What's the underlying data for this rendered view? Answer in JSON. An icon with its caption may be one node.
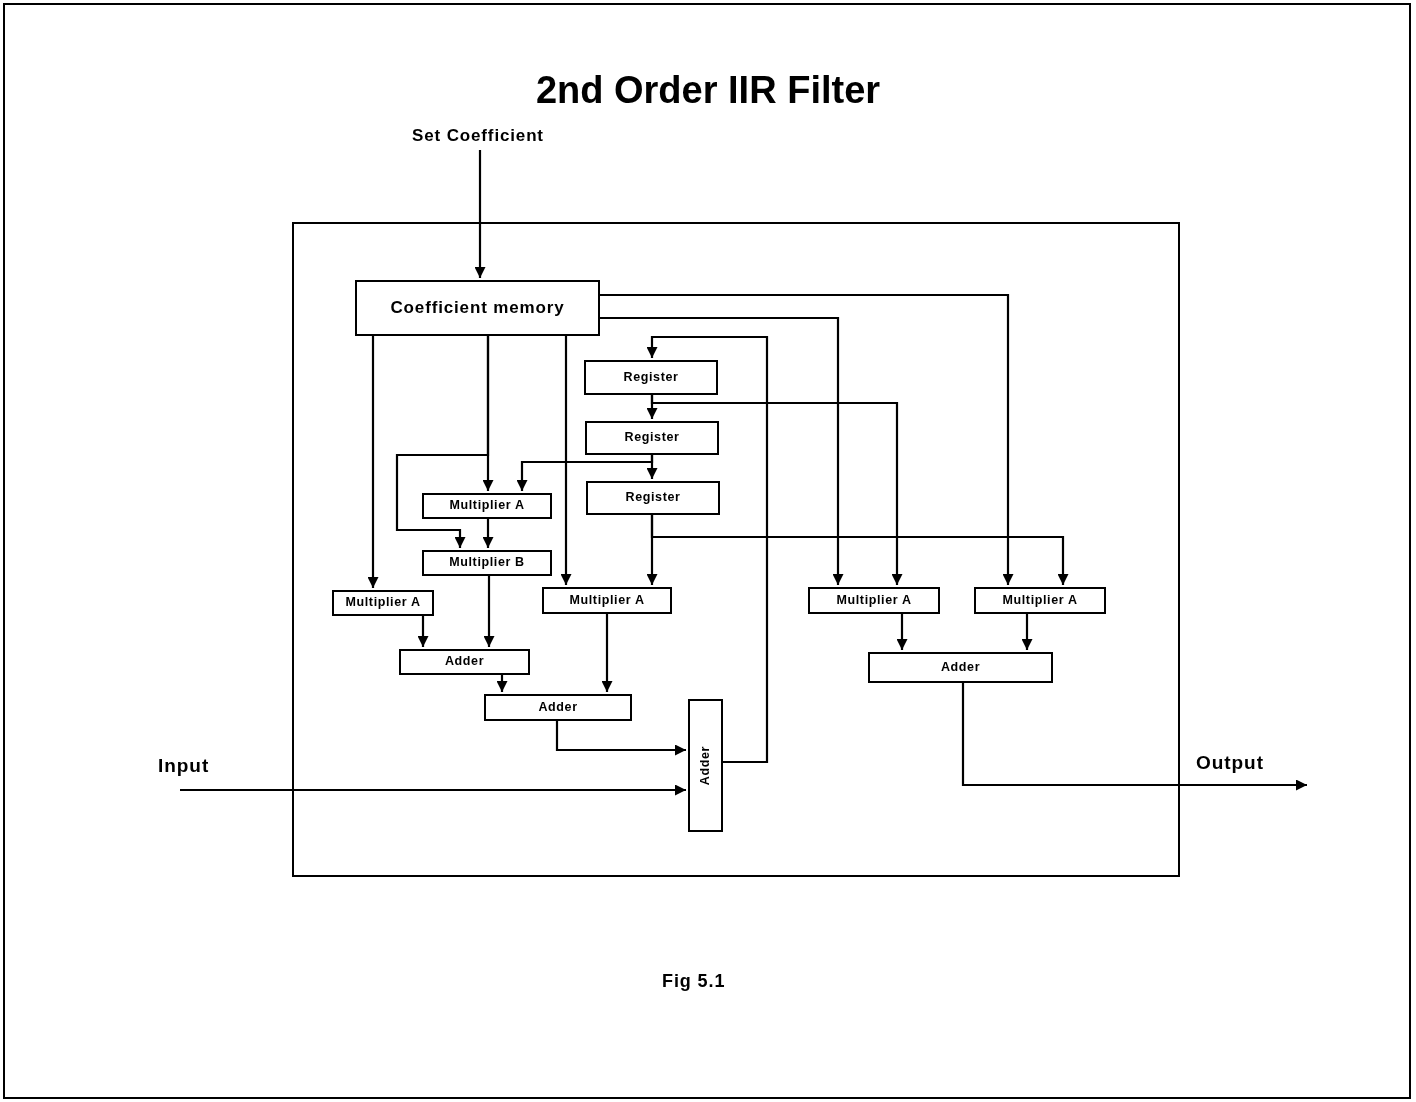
{
  "diagram": {
    "title": "2nd Order IIR Filter",
    "caption": "Fig 5.1",
    "nodes": [
      {
        "text": [],
        "shape": "box"
      },
      {
        "text": [
          "Coefficient memory"
        ],
        "in": 0
      },
      {
        "text": [
          "Register"
        ],
        "in": 0
      },
      {
        "text": [
          "Register"
        ],
        "in": 0
      },
      {
        "text": [
          "Register"
        ],
        "in": 0
      },
      {
        "text": [
          "Multiplier A"
        ],
        "in": 0
      },
      {
        "text": [
          "Multiplier B"
        ],
        "in": 0
      },
      {
        "text": [
          "Multiplier A"
        ],
        "in": 0
      },
      {
        "text": [
          "Multiplier A"
        ],
        "in": 0
      },
      {
        "text": [
          "Multiplier A"
        ],
        "in": 0
      },
      {
        "text": [
          "Multiplier A"
        ],
        "in": 0
      },
      {
        "text": [
          "Adder"
        ],
        "in": 0
      },
      {
        "text": [
          "Adder"
        ],
        "in": 0
      },
      {
        "text": [
          "Adder"
        ],
        "in": 0
      },
      {
        "text": [
          "Adder"
        ],
        "in": 0
      },
      {
        "text": [
          "Set Coefficient"
        ]
      },
      {
        "text": [
          "Input"
        ]
      },
      {
        "text": [
          "Output"
        ]
      }
    ],
    "edges": [
      {
        "from": 15,
        "to": 1,
        "arrow": "to"
      },
      {
        "from": 1,
        "to": 7,
        "arrow": "to"
      },
      {
        "from": 1,
        "to": 5,
        "arrow": "to"
      },
      {
        "from": 1,
        "to": 6,
        "arrow": "to"
      },
      {
        "from": 1,
        "to": 8,
        "arrow": "to"
      },
      {
        "from": 1,
        "to": 9,
        "arrow": "to"
      },
      {
        "from": 1,
        "to": 10,
        "arrow": "to"
      },
      {
        "from": 2,
        "to": 3,
        "arrow": "to"
      },
      {
        "from": 2,
        "to": 9,
        "arrow": "to"
      },
      {
        "from": 3,
        "to": 4,
        "arrow": "to"
      },
      {
        "from": 3,
        "to": 5,
        "arrow": "to"
      },
      {
        "from": 4,
        "to": 8,
        "arrow": "to"
      },
      {
        "from": 4,
        "to": 10,
        "arrow": "to"
      },
      {
        "from": 5,
        "to": 6,
        "arrow": "to"
      },
      {
        "from": 7,
        "to": 11,
        "arrow": "to"
      },
      {
        "from": 6,
        "to": 11,
        "arrow": "to"
      },
      {
        "from": 11,
        "to": 12,
        "arrow": "to"
      },
      {
        "from": 8,
        "to": 12,
        "arrow": "to"
      },
      {
        "from": 12,
        "to": 13,
        "arrow": "to"
      },
      {
        "from": 16,
        "to": 13,
        "arrow": "to"
      },
      {
        "from": 13,
        "to": 2,
        "arrow": "to"
      },
      {
        "from": 9,
        "to": 14,
        "arrow": "to"
      },
      {
        "from": 10,
        "to": 14,
        "arrow": "to"
      },
      {
        "from": 14,
        "to": 17,
        "arrow": "to"
      }
    ]
  }
}
